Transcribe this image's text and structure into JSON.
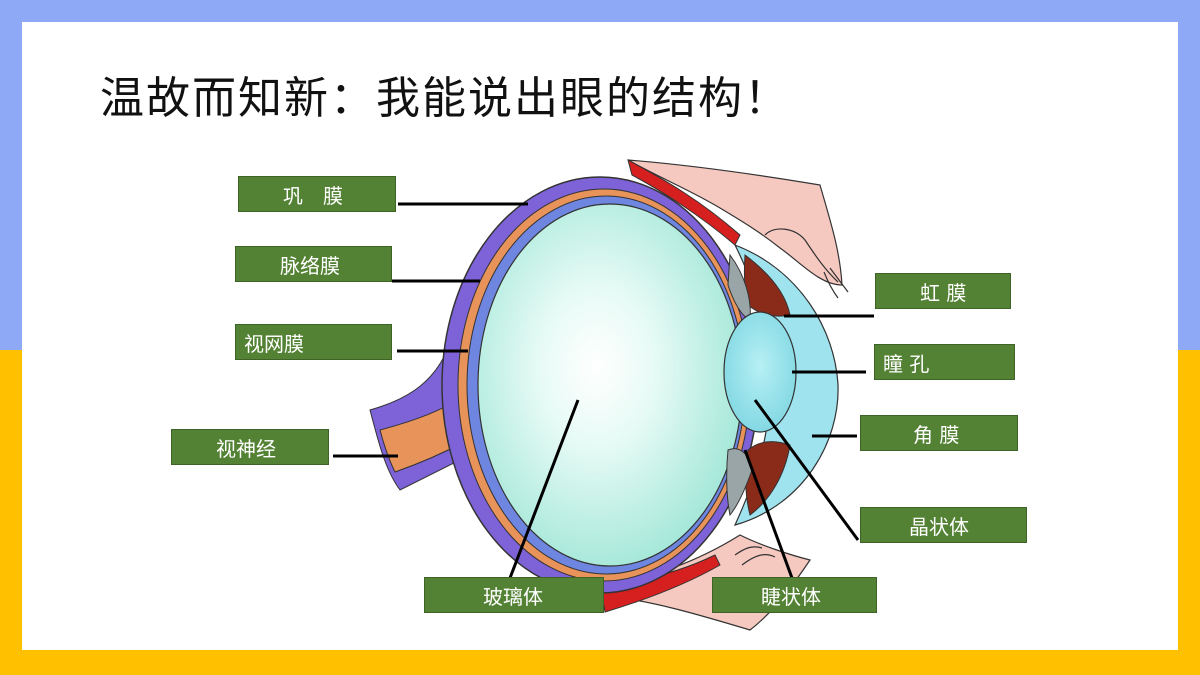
{
  "title": "温故而知新：我能说出眼的结构！",
  "colors": {
    "background_top": "#8eaaf7",
    "background_bottom": "#ffc000",
    "label_fill": "#548235",
    "label_text": "#ffffff"
  },
  "labels": {
    "sclera": "巩　膜",
    "choroid": "脉络膜",
    "retina": "视网膜",
    "optic_nerve": "视神经",
    "iris": "虹 膜",
    "pupil": "瞳 孔",
    "cornea": "角 膜",
    "lens": "晶状体",
    "vitreous": "玻璃体",
    "ciliary_body": "睫状体"
  }
}
